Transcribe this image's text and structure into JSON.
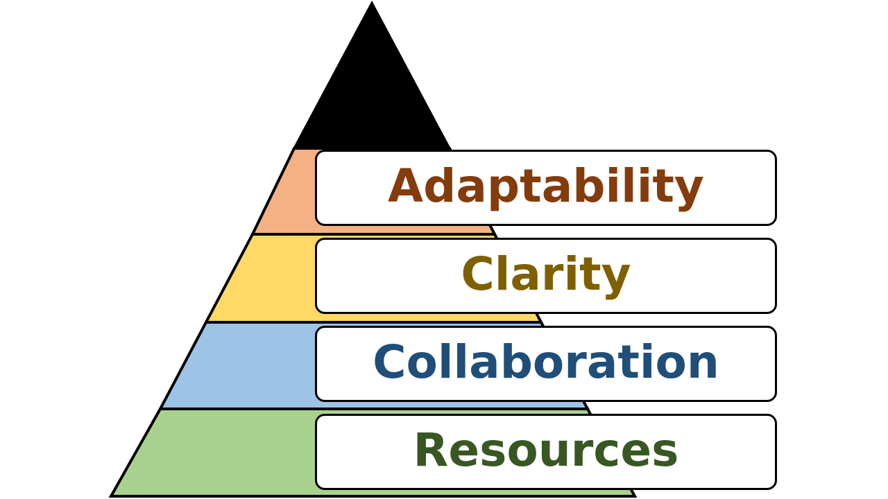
{
  "levels": [
    {
      "label": "Adaptability",
      "fill": "#F4B183",
      "text_color": "#843C0C"
    },
    {
      "label": "Clarity",
      "fill": "#FFD966",
      "text_color": "#7F6000"
    },
    {
      "label": "Collaboration",
      "fill": "#9DC3E6",
      "text_color": "#1F4E79"
    },
    {
      "label": "Resources",
      "fill": "#A9D18E",
      "text_color": "#385723"
    }
  ],
  "apex_fill": "#000000"
}
